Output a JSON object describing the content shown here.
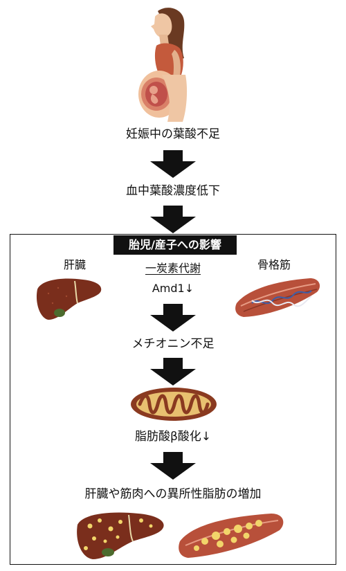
{
  "steps": {
    "step1": "妊娠中の葉酸不足",
    "step2": "血中葉酸濃度低下"
  },
  "box": {
    "title": "胎児/産子への影響",
    "liver_label": "肝臓",
    "muscle_label": "骨格筋",
    "pathway_label": "一炭素代謝",
    "gene_label": "Amd1↓",
    "methionine_label": "メチオニン不足",
    "fatty_acid_label": "脂肪酸β酸化↓",
    "result_label": "肝臓や筋肉への異所性脂肪の増加"
  },
  "colors": {
    "arrow": "#111111",
    "liver": "#7a2e1c",
    "muscle": "#b8503a",
    "mitochondria": "#8a3a20",
    "fat": "#f2d56a"
  }
}
